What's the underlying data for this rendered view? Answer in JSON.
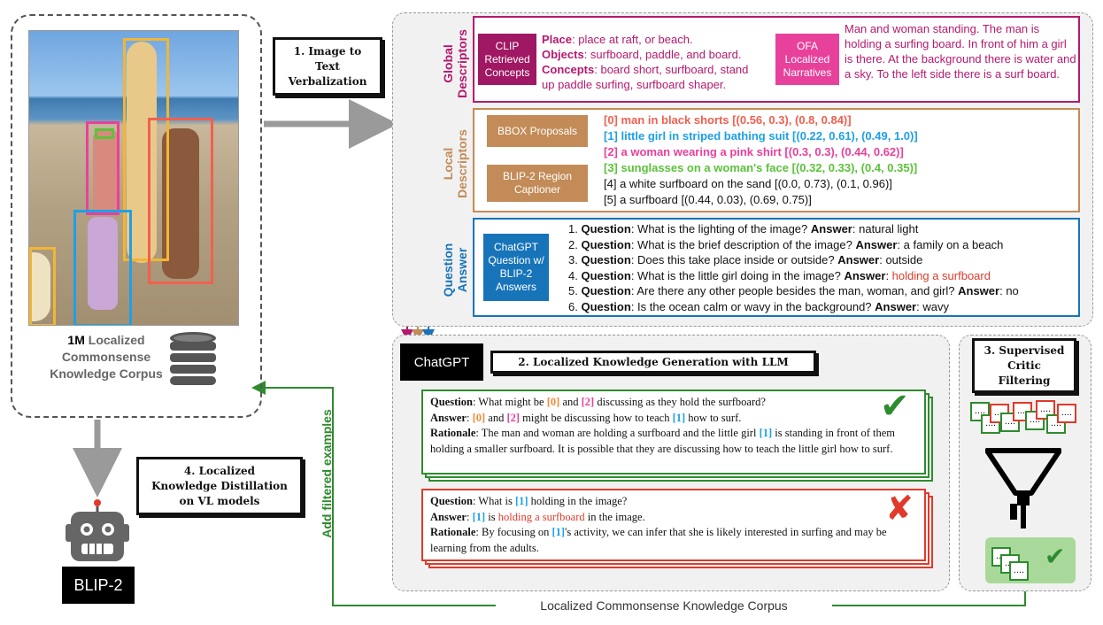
{
  "corpus": {
    "count": "1M",
    "caption_rest_1": "Localized",
    "caption_line2": "Commonsense",
    "caption_line3": "Knowledge Corpus"
  },
  "steps": {
    "s1": [
      "1. Image to",
      "Text",
      "Verbalization"
    ],
    "s2": "2. Localized Knowledge Generation with LLM",
    "s3": [
      "3. Supervised",
      "Critic",
      "Filtering"
    ],
    "s4": [
      "4. Localized",
      "Knowledge Distillation",
      "on VL models"
    ]
  },
  "global": {
    "label": [
      "Global",
      "Descriptors"
    ],
    "clip_chip": [
      "CLIP",
      "Retrieved",
      "Concepts"
    ],
    "place_key": "Place",
    "place_val": ": place at raft, or beach.",
    "objects_key": "Objects",
    "objects_val": ": surfboard, paddle, and board.",
    "concepts_key": "Concepts",
    "concepts_val": ": board short, surfboard, stand up paddle surfing, surfboard shaper.",
    "ofa_chip": [
      "OFA",
      "Localized",
      "Narratives"
    ],
    "narrative": "Man and woman standing. The man is holding a surfing board. In front of him a girl is there. At the background there is water and a sky. To the left side there is a surf board."
  },
  "local": {
    "label": [
      "Local",
      "Descriptors"
    ],
    "bbox_chip": "BBOX Proposals",
    "captioner_chip": [
      "BLIP-2 Region",
      "Captioner"
    ],
    "regions": [
      {
        "text": "[0] man in black shorts [(0.56, 0.3), (0.8, 0.84)]",
        "color": "#f0604f",
        "bold": true
      },
      {
        "text": "[1] little girl in striped bathing suit [(0.22, 0.61), (0.49, 1.0)]",
        "color": "#1ea0e6",
        "bold": true
      },
      {
        "text": "[2] a woman wearing a pink shirt [(0.3, 0.3), (0.44, 0.62)]",
        "color": "#e8419b",
        "bold": true
      },
      {
        "text": "[3] sunglasses on a woman's face [(0.32, 0.33), (0.4, 0.35)]",
        "color": "#5cc23a",
        "bold": true
      },
      {
        "text": "[4] a white surfboard on the sand [(0.0, 0.73), (0.1, 0.96)]",
        "color": "#111111",
        "bold": false
      },
      {
        "text": "[5] a surfboard [(0.44, 0.03), (0.69, 0.75)]",
        "color": "#111111",
        "bold": false
      }
    ]
  },
  "qa": {
    "label": [
      "Question",
      "Answer"
    ],
    "chip": [
      "ChatGPT",
      "Question w/",
      "BLIP-2",
      "Answers"
    ],
    "items": [
      {
        "n": "1.",
        "q": "What is the lighting of the image?",
        "a": "natural light",
        "highlight": false
      },
      {
        "n": "2.",
        "q": "What is the brief description of the image?",
        "a": "a family on a beach",
        "highlight": false
      },
      {
        "n": "3.",
        "q": "Does this take place inside or outside?",
        "a": "outside",
        "highlight": false
      },
      {
        "n": "4.",
        "q": "What is the little girl doing in the image?",
        "a": "holding a surfboard",
        "highlight": true
      },
      {
        "n": "5.",
        "q": "Are there any other people besides the man, woman, and girl?",
        "a": "no",
        "highlight": false
      },
      {
        "n": "6.",
        "q": "Is the ocean calm or wavy in the background?",
        "a": "wavy",
        "highlight": false
      }
    ],
    "q_key": "Question",
    "a_key": "Answer"
  },
  "llm": {
    "chatgpt": "ChatGPT",
    "good": {
      "q_key": "Question",
      "q_pre": ": What might be ",
      "q_r0": "[0]",
      "q_mid": " and ",
      "q_r2": "[2]",
      "q_post": " discussing as they hold the surfboard?",
      "a_key": "Answer",
      "a_pre": ": ",
      "a_r0": "[0]",
      "a_mid": " and ",
      "a_r2": "[2]",
      "a_mid2": " might be discussing how to teach ",
      "a_r1": "[1]",
      "a_post": " how to surf.",
      "r_key": "Rationale",
      "r_pre": ": The man and woman are holding a surfboard and the little girl ",
      "r_r1": "[1]",
      "r_post": " is standing in front of them holding a smaller surfboard. It is possible that they are discussing how to teach the little girl how to surf."
    },
    "bad": {
      "q_key": "Question",
      "q_pre": ": What is ",
      "q_r1": "[1]",
      "q_post": " holding in the image?",
      "a_key": "Answer",
      "a_pre": ": ",
      "a_r1": "[1]",
      "a_mid": " is ",
      "a_hl": "holding a surfboard",
      "a_post": " in the image.",
      "r_key": "Rationale",
      "r_pre": ": By focusing on ",
      "r_r1": "[1]",
      "r_post": "'s activity, we can infer that she is likely interested in surfing and may be learning from the adults."
    },
    "check": "✔",
    "cross": "✘"
  },
  "critic": {
    "note": "....",
    "check": "✔"
  },
  "model": {
    "name": "BLIP-2"
  },
  "arrows": {
    "bottom_label": "Localized Commonsense Knowledge Corpus",
    "add_filtered": "Add filtered examples"
  },
  "colors": {
    "global": "#b5196f",
    "local": "#c38b57",
    "qa": "#1774b9",
    "good": "#2e8b2e",
    "bad": "#e03a2b",
    "orange_ref": "#f08a3a",
    "pink_ref": "#e8419b",
    "blue_ref": "#1ea0e6",
    "check_green": "#2e8b2e"
  }
}
